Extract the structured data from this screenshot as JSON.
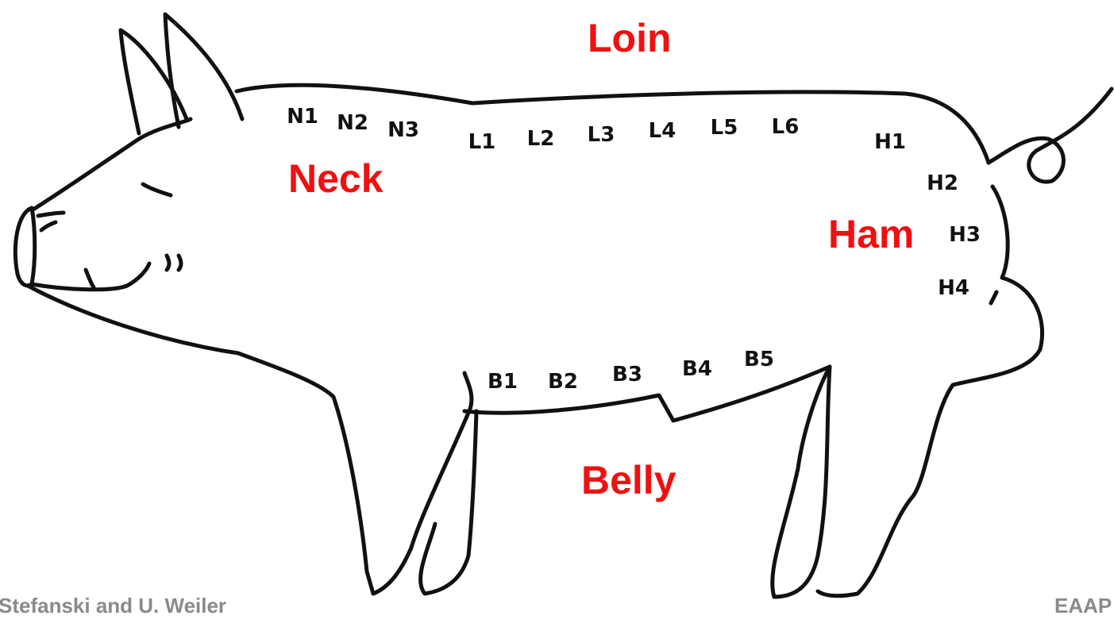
{
  "colors": {
    "region_label": "#ee1111",
    "marker_label": "#111111",
    "outline": "#111111",
    "credit": "#8a8a8a",
    "background": "#ffffff"
  },
  "regions": {
    "loin": "Loin",
    "neck": "Neck",
    "ham": "Ham",
    "belly": "Belly"
  },
  "markers": {
    "neck": [
      "N1",
      "N2",
      "N3"
    ],
    "loin": [
      "L1",
      "L2",
      "L3",
      "L4",
      "L5",
      "L6"
    ],
    "ham": [
      "H1",
      "H2",
      "H3",
      "H4"
    ],
    "belly": [
      "B1",
      "B2",
      "B3",
      "B4",
      "B5"
    ]
  },
  "credits": {
    "left": "Stefanski and U. Weiler",
    "right": "EAAP"
  }
}
